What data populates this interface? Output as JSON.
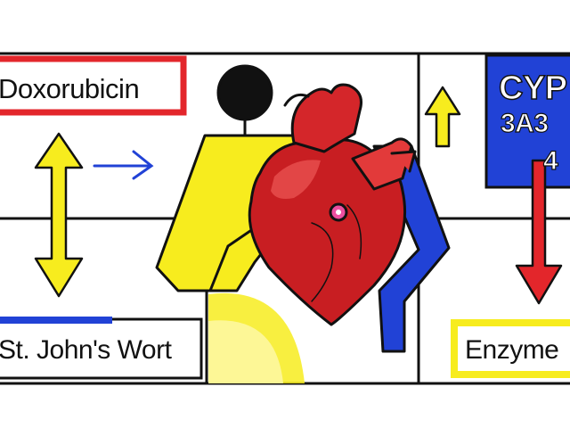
{
  "labels": {
    "drug": "Doxorubicin",
    "herb": "St. John's Wort",
    "enzyme_word": "Enzyme",
    "cyp_line1": "CYP",
    "cyp_line2": "3A3",
    "cyp_line3": "4"
  },
  "colors": {
    "red": "#e3262b",
    "yellow": "#f7ec1e",
    "blue": "#2142d6",
    "black": "#111111",
    "heart": "#c81e22"
  },
  "icons": [
    "heart-illustration",
    "person-figure",
    "up-down-arrow",
    "right-arrow",
    "up-arrow",
    "down-arrow"
  ]
}
